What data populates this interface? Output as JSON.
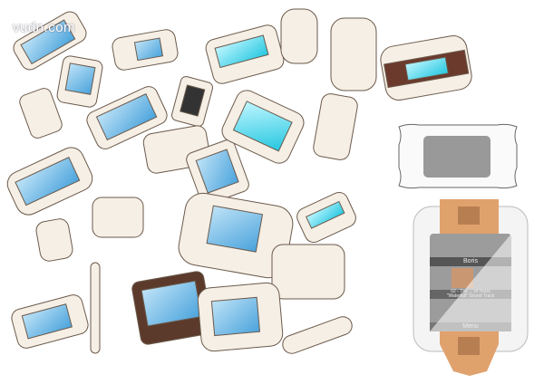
{
  "watermark": "vudn.com",
  "device": {
    "title": "Boris",
    "track_line1": "02 - The ... of Years",
    "track_line2": "\"Waterfall\" Sound Track",
    "menu_label": "Menu"
  },
  "colors": {
    "screen": "#5fb4e6",
    "screen_cyan": "#3fd6e8",
    "body": "#f4ece2",
    "accent": "#d9985e",
    "sketch_line": "#8a6a4e",
    "dark": "#4a2a20"
  }
}
